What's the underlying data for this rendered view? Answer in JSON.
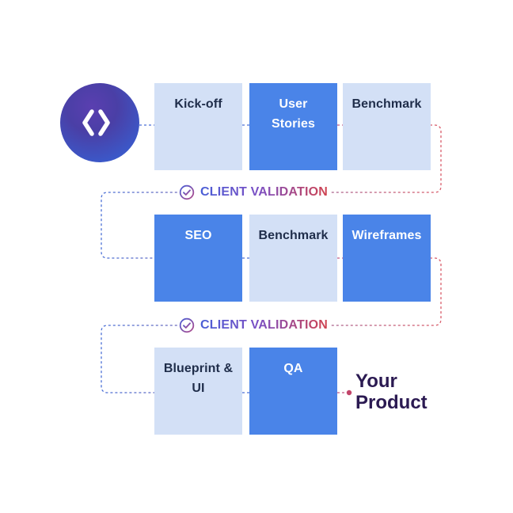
{
  "brand": {
    "logo_icon": "chevrons-logo-icon"
  },
  "rows": [
    {
      "steps": [
        {
          "label": "Kick-off",
          "style": "light"
        },
        {
          "label": "User Stories",
          "style": "dark"
        },
        {
          "label": "Benchmark",
          "style": "light"
        }
      ]
    },
    {
      "steps": [
        {
          "label": "SEO",
          "style": "dark"
        },
        {
          "label": "Benchmark",
          "style": "light"
        },
        {
          "label": "Wireframes",
          "style": "dark"
        }
      ]
    },
    {
      "steps": [
        {
          "label": "Blueprint & UI",
          "style": "light"
        },
        {
          "label": "QA",
          "style": "dark"
        }
      ]
    }
  ],
  "validations": [
    {
      "label": "CLIENT VALIDATION"
    },
    {
      "label": "CLIENT VALIDATION"
    }
  ],
  "outcome": {
    "label": "Your Product"
  },
  "colors": {
    "light_box": "#d3e0f6",
    "dark_box": "#4a84e8",
    "logo_purple": "#4a3fa6",
    "product_text": "#2b1a52",
    "connector_blue": "#4a6fd6",
    "connector_red": "#d85a68"
  }
}
